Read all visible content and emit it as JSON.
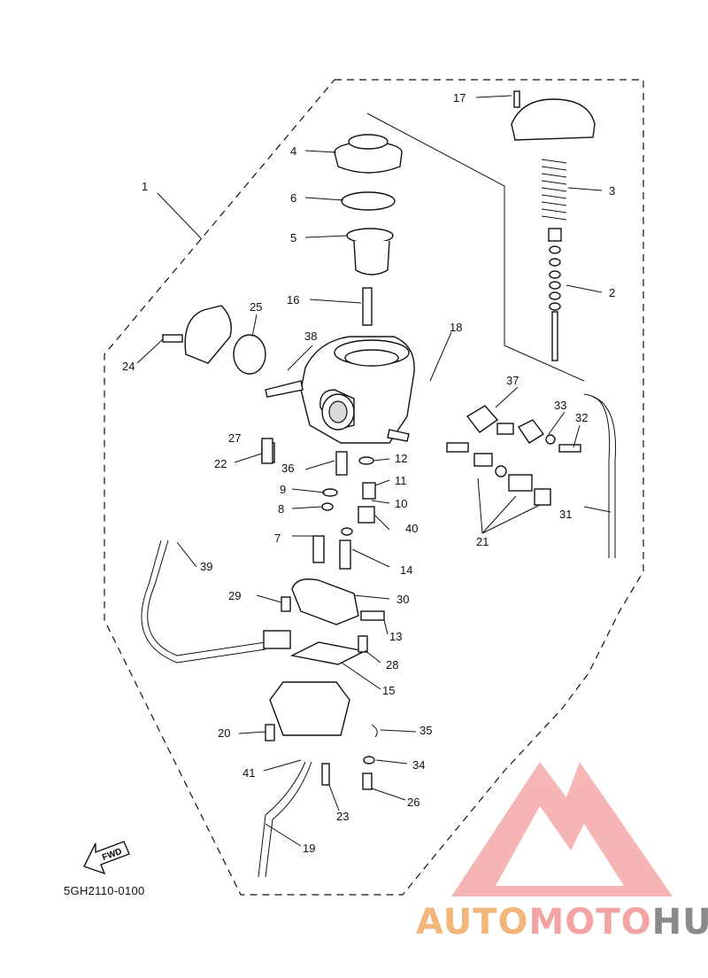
{
  "diagram": {
    "code": "5GH2110-0100",
    "fwd_label": "FWD",
    "brand": {
      "part1": "AUTO",
      "part2": "MOTO",
      "part3": "HUB"
    },
    "callouts": [
      {
        "id": "c1",
        "text": "1"
      },
      {
        "id": "c2",
        "text": "2"
      },
      {
        "id": "c3",
        "text": "3"
      },
      {
        "id": "c4",
        "text": "4"
      },
      {
        "id": "c5",
        "text": "5"
      },
      {
        "id": "c6",
        "text": "6"
      },
      {
        "id": "c7",
        "text": "7"
      },
      {
        "id": "c8",
        "text": "8"
      },
      {
        "id": "c9",
        "text": "9"
      },
      {
        "id": "c10",
        "text": "10"
      },
      {
        "id": "c11",
        "text": "11"
      },
      {
        "id": "c12",
        "text": "12"
      },
      {
        "id": "c13",
        "text": "13"
      },
      {
        "id": "c14",
        "text": "14"
      },
      {
        "id": "c15",
        "text": "15"
      },
      {
        "id": "c16",
        "text": "16"
      },
      {
        "id": "c17",
        "text": "17"
      },
      {
        "id": "c18",
        "text": "18"
      },
      {
        "id": "c19",
        "text": "19"
      },
      {
        "id": "c20",
        "text": "20"
      },
      {
        "id": "c21",
        "text": "21"
      },
      {
        "id": "c22",
        "text": "22"
      },
      {
        "id": "c23",
        "text": "23"
      },
      {
        "id": "c24",
        "text": "24"
      },
      {
        "id": "c25",
        "text": "25"
      },
      {
        "id": "c26",
        "text": "26"
      },
      {
        "id": "c27",
        "text": "27"
      },
      {
        "id": "c28",
        "text": "28"
      },
      {
        "id": "c29",
        "text": "29"
      },
      {
        "id": "c30",
        "text": "30"
      },
      {
        "id": "c31",
        "text": "31"
      },
      {
        "id": "c32",
        "text": "32"
      },
      {
        "id": "c33",
        "text": "33"
      },
      {
        "id": "c34",
        "text": "34"
      },
      {
        "id": "c35",
        "text": "35"
      },
      {
        "id": "c36",
        "text": "36"
      },
      {
        "id": "c37",
        "text": "37"
      },
      {
        "id": "c38",
        "text": "38"
      },
      {
        "id": "c39",
        "text": "39"
      },
      {
        "id": "c40",
        "text": "40"
      },
      {
        "id": "c41",
        "text": "41"
      }
    ]
  }
}
